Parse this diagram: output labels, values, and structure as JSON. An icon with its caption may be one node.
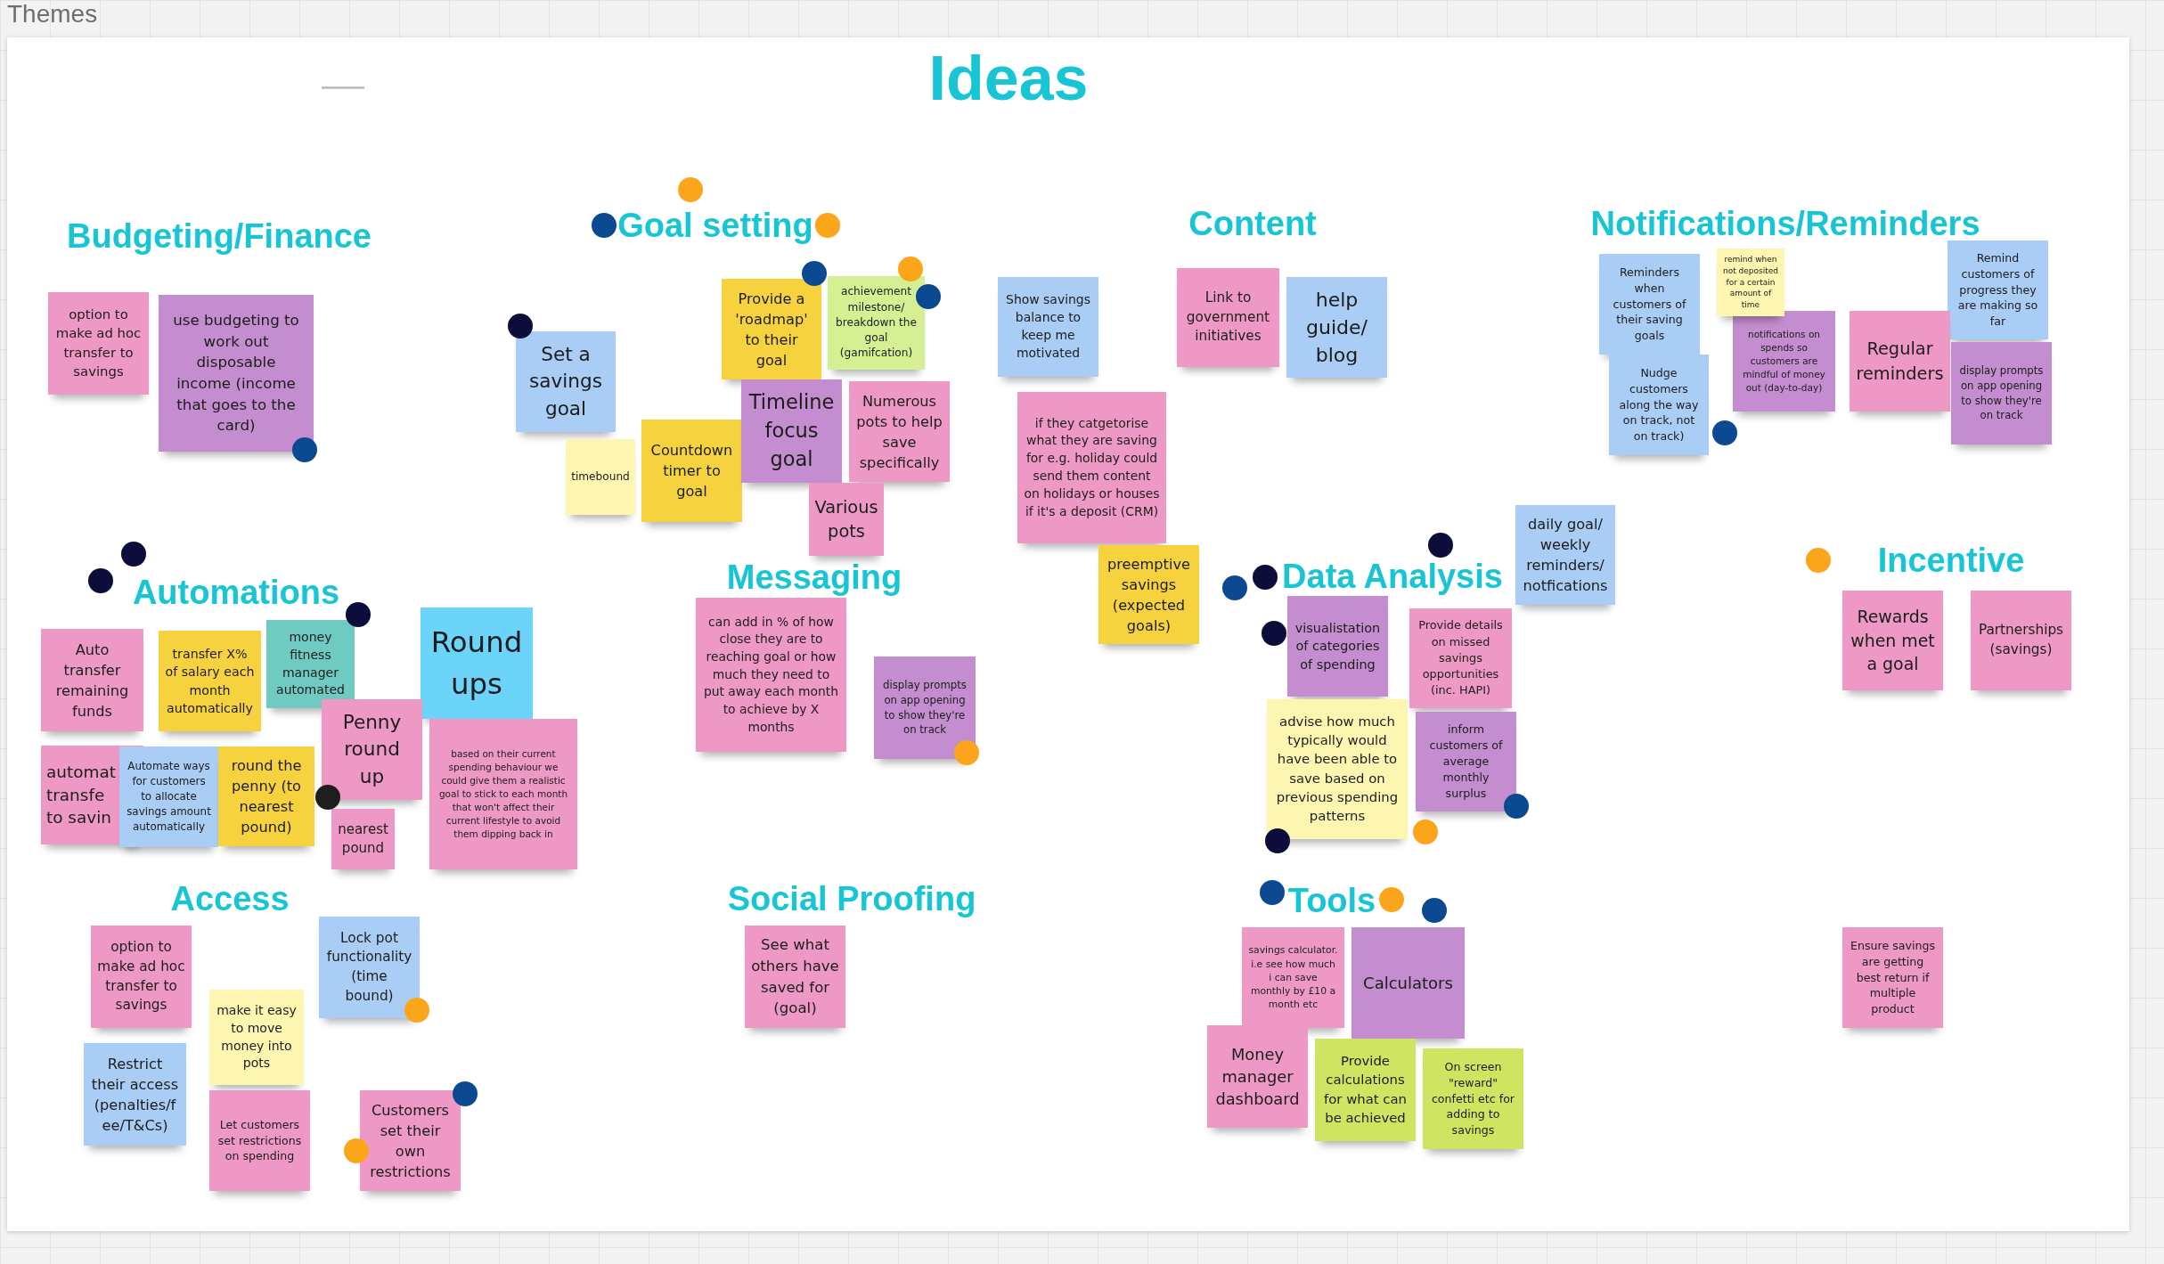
{
  "diagram": {
    "title": "Ideas",
    "nodes": [
      {
        "text": [
          "option to make ad hoc transfer to savings"
        ]
      },
      {
        "text": [
          "use budgeting to work out disposable income (income that goes to the card)"
        ]
      },
      {
        "text": [
          "Set a savings goal"
        ]
      },
      {
        "text": [
          "timebound"
        ]
      },
      {
        "text": [
          "Countdown timer to goal"
        ]
      },
      {
        "text": [
          "Provide a 'roadmap' to their goal"
        ]
      },
      {
        "text": [
          "achievement milestone/ breakdown the goal (gamifcation)"
        ]
      },
      {
        "text": [
          "Timeline focus goal"
        ]
      },
      {
        "text": [
          "Numerous pots to help save specifically"
        ]
      },
      {
        "text": [
          "Various pots"
        ]
      },
      {
        "text": [
          "Show savings balance to keep me motivated"
        ]
      },
      {
        "text": [
          "Link to government initiatives"
        ]
      },
      {
        "text": [
          "help guide/ blog"
        ]
      },
      {
        "text": [
          "if they catgetorise what they are saving for e.g. holiday could send them content on holidays or houses if it's a deposit (CRM)"
        ]
      },
      {
        "text": [
          "preemptive savings (expected goals)"
        ]
      },
      {
        "text": [
          "Reminders when customers of their saving goals"
        ]
      },
      {
        "text": [
          "remind when not deposited for a certain amount of time"
        ]
      },
      {
        "text": [
          "Remind customers of progress they are making so far"
        ]
      },
      {
        "text": [
          "Nudge customers along the way on track, not on track)"
        ]
      },
      {
        "text": [
          "notifications on spends so customers are mindful of money out (day-to-day)"
        ]
      },
      {
        "text": [
          "Regular reminders"
        ]
      },
      {
        "text": [
          "display prompts on app opening to show they're on track"
        ]
      },
      {
        "text": [
          "daily goal/ weekly reminders/ notfications"
        ]
      },
      {
        "text": [
          "Auto transfer remaining funds"
        ]
      },
      {
        "text": [
          "transfer X% of salary each month automatically"
        ]
      },
      {
        "text": [
          "money fitness manager automated"
        ]
      },
      {
        "text": [
          "Round ups"
        ]
      },
      {
        "text": [
          "Penny round up"
        ]
      },
      {
        "text": [
          "automat transfe to savin"
        ]
      },
      {
        "text": [
          "Automate ways for customers to allocate savings amount automatically"
        ]
      },
      {
        "text": [
          "round the penny (to nearest pound)"
        ]
      },
      {
        "text": [
          "nearest pound"
        ]
      },
      {
        "text": [
          "based on their current spending behaviour we could give them a realistic goal to stick to each month that won't affect their current lifestyle to avoid them dipping back in"
        ]
      },
      {
        "text": [
          "can add in % of how close they are to reaching goal or how much they need to put away each month to achieve by X months"
        ]
      },
      {
        "text": [
          "display prompts on app opening to show they're on track"
        ]
      },
      {
        "text": [
          "visualistation of categories of spending"
        ]
      },
      {
        "text": [
          "Provide details on missed savings opportunities (inc. HAPI)"
        ]
      },
      {
        "text": [
          "advise how much typically would have been able to save based on previous spending patterns"
        ]
      },
      {
        "text": [
          "inform customers of average monthly surplus"
        ]
      },
      {
        "text": [
          "Rewards when met a goal"
        ]
      },
      {
        "text": [
          "Partnerships (savings)"
        ]
      },
      {
        "text": [
          "option to make ad hoc transfer to savings"
        ]
      },
      {
        "text": [
          "Lock pot functionality (time bound)"
        ]
      },
      {
        "text": [
          "make it easy to move money into pots"
        ]
      },
      {
        "text": [
          "Restrict their access (penalties/f ee/T&Cs)"
        ]
      },
      {
        "text": [
          "Let customers set restrictions on spending"
        ]
      },
      {
        "text": [
          "Customers set their own restrictions"
        ]
      },
      {
        "text": [
          "See what others have saved for (goal)"
        ]
      },
      {
        "text": [
          "savings calculator. i.e see how much i can save monthly by £10 a month etc"
        ]
      },
      {
        "text": [
          "Calculators"
        ]
      },
      {
        "text": [
          "Money manager dashboard"
        ]
      },
      {
        "text": [
          "Provide calculations for what can be achieved"
        ]
      },
      {
        "text": [
          "On screen \"reward\" confetti etc for adding to savings"
        ]
      },
      {
        "text": [
          "Ensure savings are getting best return if multiple product"
        ]
      }
    ],
    "labels": [
      "Themes",
      "Budgeting/Finance",
      "Goal setting",
      "Content",
      "Notifications/Reminders",
      "Automations",
      "Messaging",
      "Data Analysis",
      "Incentive",
      "Access",
      "Social Proofing",
      "Tools"
    ]
  }
}
